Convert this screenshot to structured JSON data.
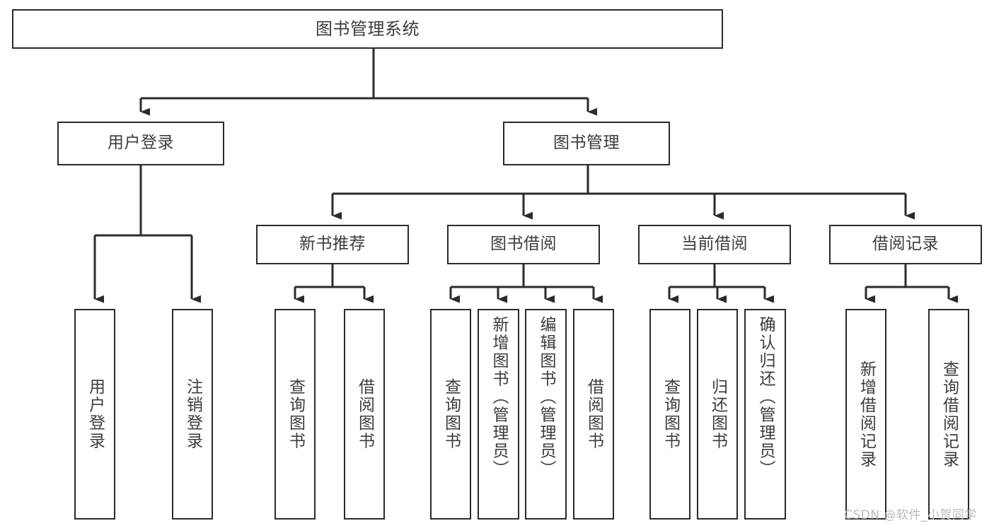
{
  "diagram": {
    "title": "图书管理系统",
    "type": "hierarchical-tree",
    "levels": {
      "root": {
        "label": "图书管理系统"
      },
      "level2": [
        {
          "id": "user-login",
          "label": "用户登录"
        },
        {
          "id": "book-management",
          "label": "图书管理"
        }
      ],
      "level3": [
        {
          "id": "new-book-recommend",
          "label": "新书推荐",
          "parent": "book-management"
        },
        {
          "id": "book-borrow",
          "label": "图书借阅",
          "parent": "book-management"
        },
        {
          "id": "current-borrow",
          "label": "当前借阅",
          "parent": "book-management"
        },
        {
          "id": "borrow-record",
          "label": "借阅记录",
          "parent": "book-management"
        }
      ],
      "leaves": [
        {
          "id": "leaf-user-login",
          "label": "用户登录",
          "parent": "user-login"
        },
        {
          "id": "leaf-logout-login",
          "label": "注销登录",
          "parent": "user-login"
        },
        {
          "id": "leaf-query-book-1",
          "label": "查询图书",
          "parent": "new-book-recommend"
        },
        {
          "id": "leaf-borrow-book-1",
          "label": "借阅图书",
          "parent": "new-book-recommend"
        },
        {
          "id": "leaf-query-book-2",
          "label": "查询图书",
          "parent": "book-borrow"
        },
        {
          "id": "leaf-add-book",
          "label": "新增图书（管理员）",
          "parent": "book-borrow"
        },
        {
          "id": "leaf-edit-book",
          "label": "编辑图书（管理员）",
          "parent": "book-borrow"
        },
        {
          "id": "leaf-borrow-book-2",
          "label": "借阅图书",
          "parent": "book-borrow"
        },
        {
          "id": "leaf-query-book-3",
          "label": "查询图书",
          "parent": "current-borrow"
        },
        {
          "id": "leaf-return-book",
          "label": "归还图书",
          "parent": "current-borrow"
        },
        {
          "id": "leaf-confirm-return",
          "label": "确认归还（管理员）",
          "parent": "current-borrow"
        },
        {
          "id": "leaf-add-record",
          "label": "新增借阅记录",
          "parent": "borrow-record"
        },
        {
          "id": "leaf-query-record",
          "label": "查询借阅记录",
          "parent": "borrow-record"
        }
      ]
    },
    "colors": {
      "border": "#2b2b2b",
      "text": "#3c3c3c",
      "background": "#ffffff",
      "watermark": "#b9b9b9"
    }
  },
  "watermark": {
    "text": "CSDN @软件_小贺同学"
  }
}
